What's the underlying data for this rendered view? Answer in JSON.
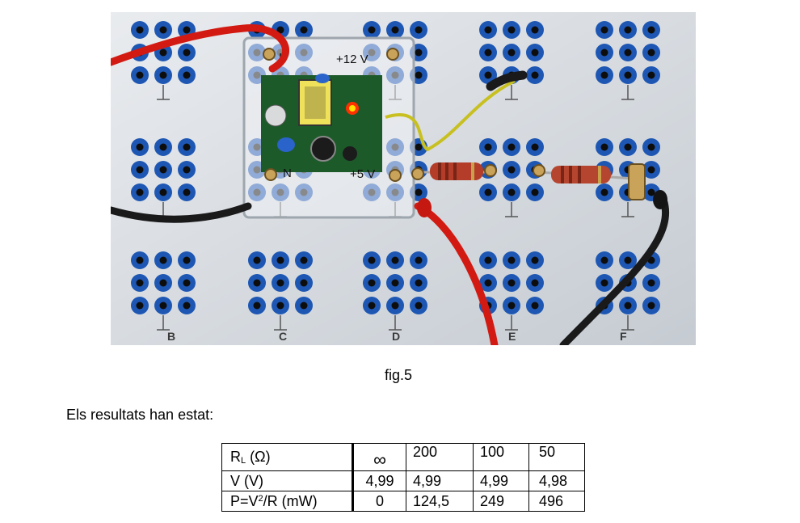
{
  "figure": {
    "caption": "fig.5",
    "photo": {
      "panel_color": "#dfe3e8",
      "socket_color": "#1e57b3",
      "wire_red": "#d21a12",
      "wire_black": "#1a1a1a",
      "module_labels": [
        "L",
        "+12 V",
        "N",
        "+5 V"
      ],
      "column_letters": [
        "B",
        "C",
        "D",
        "E",
        "F"
      ]
    }
  },
  "intro_text": "Els resultats han estat:",
  "table": {
    "rows": [
      {
        "label_main": "R",
        "label_sub": "L",
        "label_rest": " (Ω)",
        "cells": [
          "∞",
          "200",
          "100",
          "50"
        ]
      },
      {
        "label_main": " V (V)",
        "cells": [
          "4,99",
          "4,99",
          "4,99",
          "4,98"
        ]
      },
      {
        "label_main": "P=V",
        "label_sup": "2",
        "label_rest": "/R (mW)",
        "cells": [
          "0",
          "124,5",
          "249",
          "496"
        ]
      }
    ]
  }
}
